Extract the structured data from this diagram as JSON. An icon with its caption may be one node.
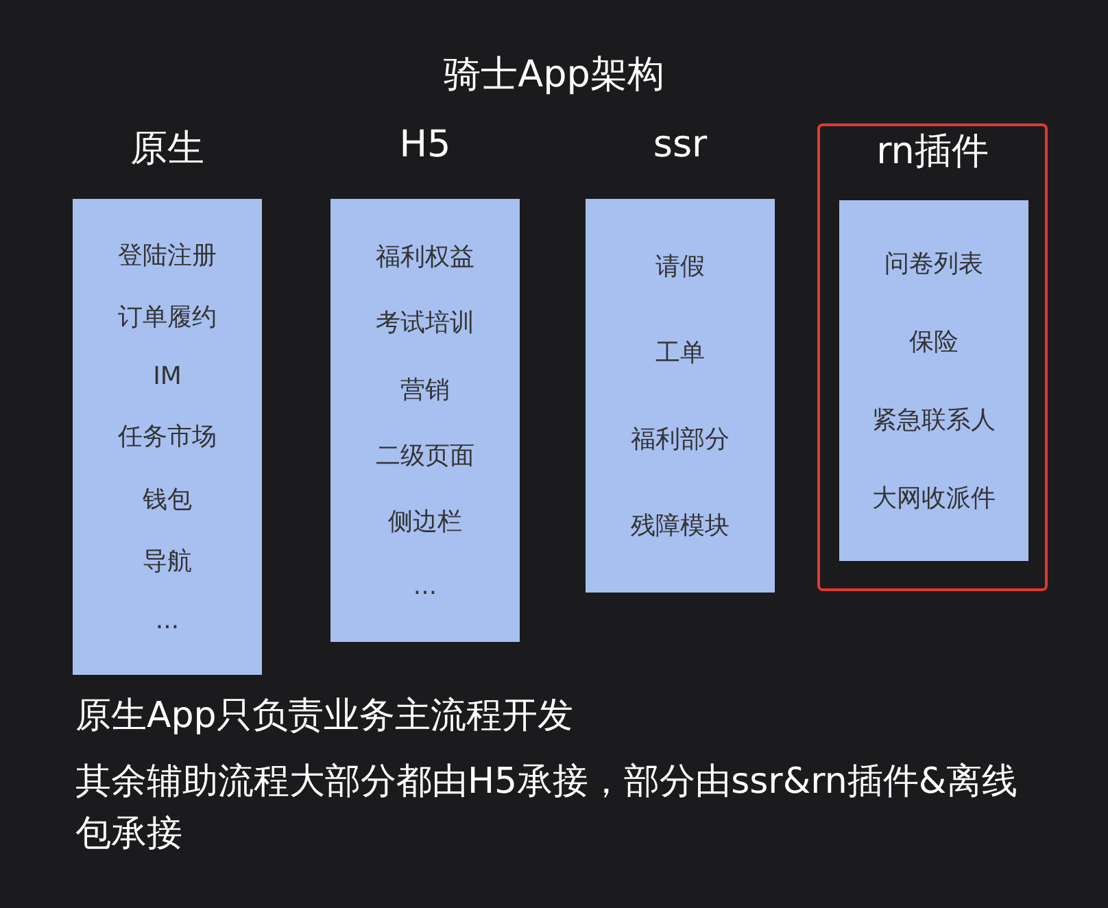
{
  "diagram": {
    "title": "骑士App架构",
    "nodes": [
      {
        "text": [
          "原生",
          "登陆注册",
          "订单履约",
          "IM",
          "任务市场",
          "钱包",
          "导航",
          "..."
        ]
      },
      {
        "text": [
          "H5",
          "福利权益",
          "考试培训",
          "营销",
          "二级页面",
          "侧边栏",
          "..."
        ]
      },
      {
        "text": [
          "ssr",
          "请假",
          "工单",
          "福利部分",
          "残障模块"
        ]
      },
      {
        "text": [
          "rn插件"
        ]
      },
      {
        "text": [
          "问卷列表",
          "保险",
          "紧急联系人",
          "大网收派件"
        ],
        "in": 3
      }
    ],
    "edges": [],
    "labels": [
      "原生App只负责业务主流程开发",
      "其余辅助流程大部分都由H5承接，部分由ssr&rn插件&离线包承接"
    ]
  }
}
